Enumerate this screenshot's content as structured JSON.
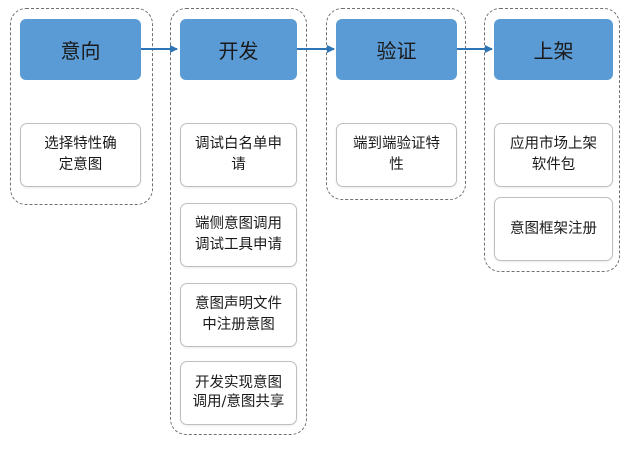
{
  "colors": {
    "header_fill": "#5b9bd5",
    "arrow": "#2e75b6",
    "lane_border": "#707070",
    "card_border": "#bfbfbf"
  },
  "stages": [
    {
      "title": "意向",
      "items": [
        "选择特性确定意图"
      ]
    },
    {
      "title": "开发",
      "items": [
        "调试白名单申请",
        "端侧意图调用调试工具申请",
        "意图声明文件中注册意图",
        "开发实现意图调用/意图共享"
      ]
    },
    {
      "title": "验证",
      "items": [
        "端到端验证特性"
      ]
    },
    {
      "title": "上架",
      "items": [
        "应用市场上架软件包",
        "意图框架注册"
      ]
    }
  ]
}
